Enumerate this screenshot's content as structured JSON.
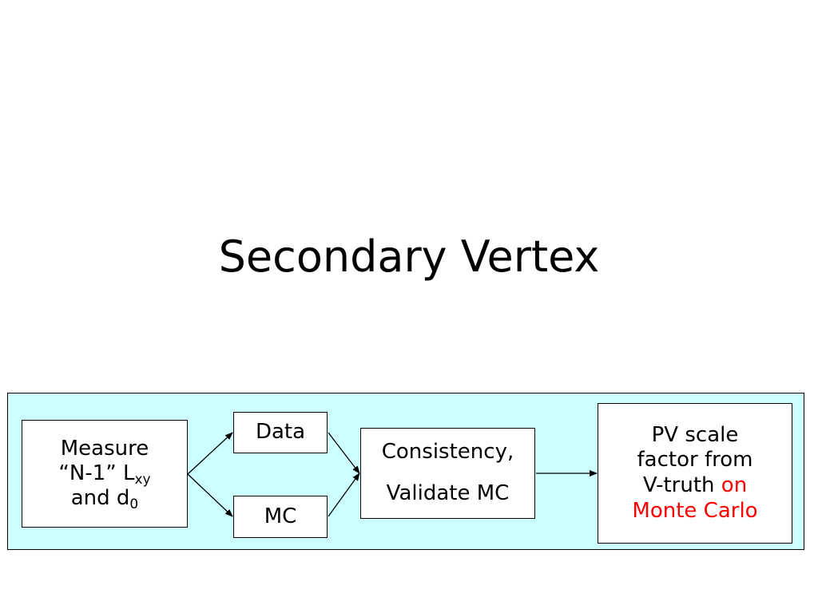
{
  "slide": {
    "title": "Secondary Vertex"
  },
  "flow": {
    "measure": {
      "line1": "Measure",
      "line2_prefix": "“N-1” L",
      "line2_sub": "xy",
      "line3_prefix": "and d",
      "line3_sub": "0"
    },
    "data": {
      "label": "Data"
    },
    "mc": {
      "label": "MC"
    },
    "consistency": {
      "line1": "Consistency,",
      "line2": "Validate MC"
    },
    "pv_scale": {
      "line1": "PV scale",
      "line2": "factor from",
      "line3_black": "V-truth",
      "line3_red": "on",
      "line4_red": "Monte Carlo"
    }
  },
  "colors": {
    "panel_background": "#ccffff",
    "highlight_text": "#ff0000"
  }
}
